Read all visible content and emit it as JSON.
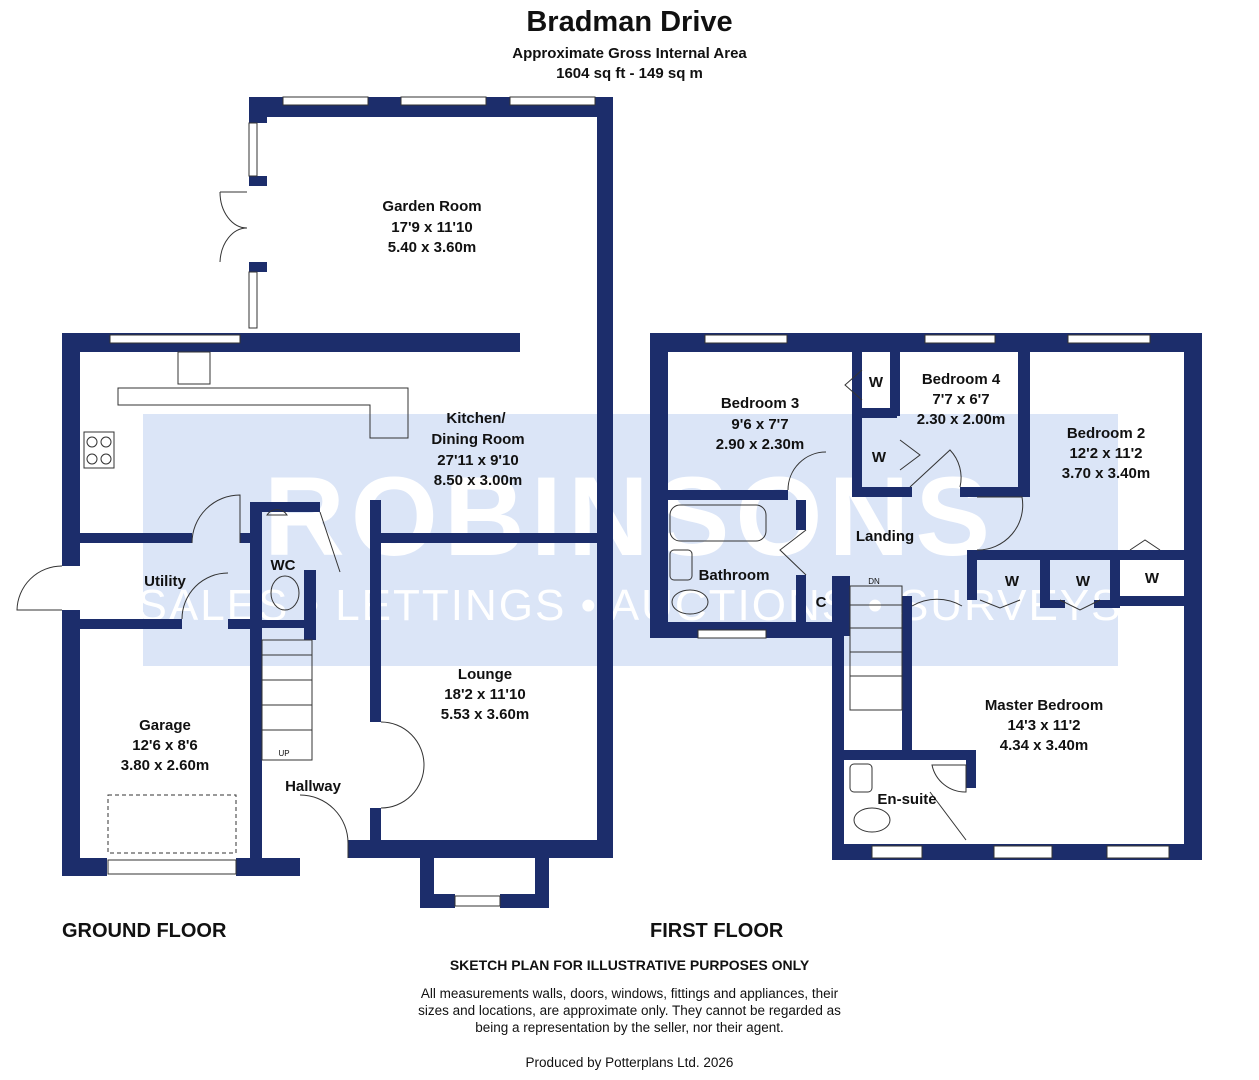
{
  "header": {
    "title": "Bradman Drive",
    "area_label": "Approximate Gross Internal Area",
    "area_value": "1604 sq ft - 149 sq m"
  },
  "watermark": {
    "brand": "ROBINSONS",
    "services": [
      "SALES",
      "LETTINGS",
      "AUCTIONS",
      "SURVEYS"
    ]
  },
  "ground_floor": {
    "label": "GROUND FLOOR",
    "rooms": {
      "garden_room": {
        "name": "Garden Room",
        "imperial": "17'9 x 11'10",
        "metric": "5.40 x 3.60m"
      },
      "kitchen": {
        "name_line1": "Kitchen/",
        "name_line2": "Dining Room",
        "imperial": "27'11 x 9'10",
        "metric": "8.50 x 3.00m"
      },
      "utility": {
        "name": "Utility"
      },
      "wc": {
        "name": "WC"
      },
      "lounge": {
        "name": "Lounge",
        "imperial": "18'2 x 11'10",
        "metric": "5.53 x 3.60m"
      },
      "garage": {
        "name": "Garage",
        "imperial": "12'6 x 8'6",
        "metric": "3.80 x 2.60m"
      },
      "hallway": {
        "name": "Hallway"
      }
    },
    "stairs_label": "UP"
  },
  "first_floor": {
    "label": "FIRST FLOOR",
    "rooms": {
      "bedroom3": {
        "name": "Bedroom 3",
        "imperial": "9'6 x 7'7",
        "metric": "2.90 x 2.30m"
      },
      "bedroom4": {
        "name": "Bedroom 4",
        "imperial": "7'7 x 6'7",
        "metric": "2.30 x 2.00m"
      },
      "bedroom2": {
        "name": "Bedroom 2",
        "imperial": "12'2 x 11'2",
        "metric": "3.70 x 3.40m"
      },
      "landing": {
        "name": "Landing"
      },
      "bathroom": {
        "name": "Bathroom"
      },
      "master": {
        "name": "Master Bedroom",
        "imperial": "14'3 x 11'2",
        "metric": "4.34 x 3.40m"
      },
      "ensuite": {
        "name": "En-suite"
      }
    },
    "wardrobe_label": "W",
    "cupboard_label": "C",
    "stairs_label": "DN"
  },
  "footer": {
    "sketch_note": "SKETCH PLAN FOR ILLUSTRATIVE PURPOSES ONLY",
    "disclaimer_lines": [
      "All measurements walls, doors, windows, fittings and appliances, their",
      "sizes and locations, are approximate only. They cannot be regarded as",
      "being a representation by the seller, nor their agent."
    ],
    "produced_by": "Produced by Potterplans Ltd. 2026"
  },
  "colors": {
    "wall": "#1c2d6b",
    "watermark_fill": "#dbe5f7",
    "text": "#111111"
  }
}
